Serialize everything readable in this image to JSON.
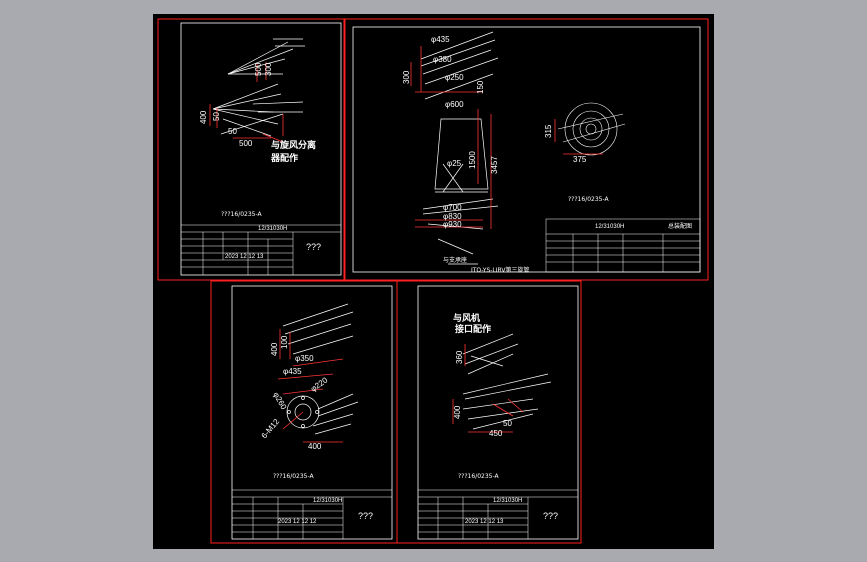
{
  "colors": {
    "background": "#000000",
    "outside": "#a8aab0",
    "frame": "#ff2020",
    "lines": "#ffffff",
    "dims": "#ff3333"
  },
  "sheet1": {
    "dims": [
      "500",
      "300",
      "400",
      "50",
      "500",
      "50"
    ],
    "note_line1": "与旋风分离",
    "note_line2": "器配作",
    "drawing_no": "???16/0235-A",
    "title_code": "12/31030H",
    "title_q": "???",
    "scale_row": "2023  12  12  13"
  },
  "sheet2": {
    "dims": [
      "φ435",
      "φ380",
      "φ250",
      "300",
      "150",
      "φ600",
      "φ25",
      "1500",
      "3457",
      "φ700",
      "φ830",
      "φ930",
      "315",
      "375"
    ],
    "bottom_note": "与支承座",
    "part_title": "ITO-YS-LIRV第三旋管",
    "drawing_no": "???16/0235-A",
    "title_code": "12/31030H",
    "title_right": "总装配图"
  },
  "sheet3": {
    "dims": [
      "400",
      "100",
      "φ350",
      "φ435",
      "φ260",
      "φ220",
      "6-M12",
      "400"
    ],
    "drawing_no": "???16/0235-A",
    "title_code": "12/31030H",
    "title_q": "???",
    "scale_row": "2023  12  12  12"
  },
  "sheet4": {
    "note_line1": "与风机",
    "note_line2": "接口配作",
    "dims": [
      "360",
      "400",
      "50",
      "450"
    ],
    "drawing_no": "???16/0235-A",
    "title_code": "12/31030H",
    "title_q": "???",
    "scale_row": "2023  12  12  13"
  }
}
